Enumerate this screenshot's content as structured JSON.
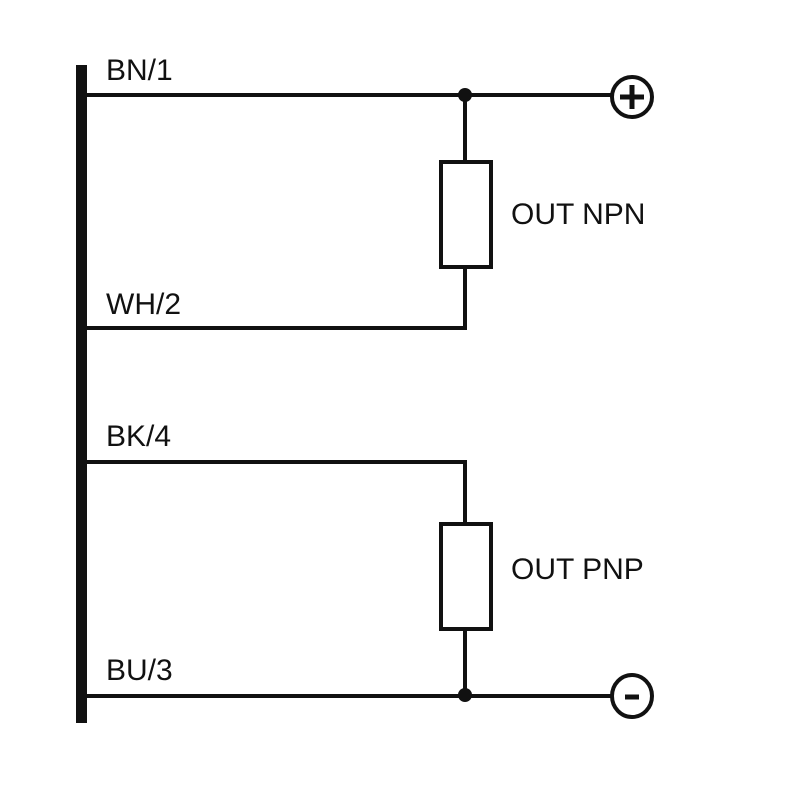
{
  "diagram": {
    "title": "",
    "colors": {
      "ink": "#111111",
      "background": "#ffffff"
    },
    "wires": [
      {
        "id": "bn",
        "label": "BN/1",
        "pin": 1,
        "color_code": "brown"
      },
      {
        "id": "wh",
        "label": "WH/2",
        "pin": 2,
        "color_code": "white"
      },
      {
        "id": "bk",
        "label": "BK/4",
        "pin": 4,
        "color_code": "black"
      },
      {
        "id": "bu",
        "label": "BU/3",
        "pin": 3,
        "color_code": "blue"
      }
    ],
    "loads": [
      {
        "id": "npn",
        "label": "OUT NPN",
        "between": [
          "BN/1",
          "WH/2"
        ]
      },
      {
        "id": "pnp",
        "label": "OUT PNP",
        "between": [
          "BK/4",
          "BU/3"
        ]
      }
    ],
    "terminals": [
      {
        "id": "plus",
        "symbol": "+",
        "icon": "plus-terminal-icon",
        "connected_to": "BN/1"
      },
      {
        "id": "minus",
        "symbol": "-",
        "icon": "minus-terminal-icon",
        "connected_to": "BU/3"
      }
    ]
  }
}
